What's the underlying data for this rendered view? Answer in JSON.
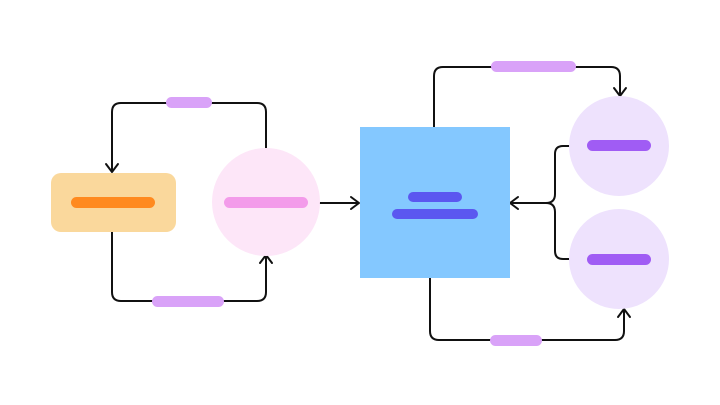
{
  "diagram": {
    "title": "",
    "nodes": [
      {
        "id": "orange-box",
        "shape": "rounded-rect",
        "fill": "#FAD89C",
        "text_placeholder_color": "#FF8A1F"
      },
      {
        "id": "pink-circle",
        "shape": "circle",
        "fill": "#FDE6F8",
        "text_placeholder_color": "#F39BEA"
      },
      {
        "id": "blue-square",
        "shape": "square",
        "fill": "#84C8FF",
        "text_placeholder_color": "#5B57F0"
      },
      {
        "id": "lavender-circle-top",
        "shape": "circle",
        "fill": "#EEE2FD",
        "text_placeholder_color": "#A05CF4"
      },
      {
        "id": "lavender-circle-bottom",
        "shape": "circle",
        "fill": "#EEE2FD",
        "text_placeholder_color": "#A05CF4"
      }
    ],
    "edge_label_color": "#D9A2F8",
    "edge_color": "#111111",
    "edges": [
      {
        "from": "pink-circle",
        "to": "orange-box",
        "label": ""
      },
      {
        "from": "orange-box",
        "to": "pink-circle",
        "label": ""
      },
      {
        "from": "pink-circle",
        "to": "blue-square",
        "label": ""
      },
      {
        "from": "blue-square",
        "to": "lavender-circle-top",
        "label": ""
      },
      {
        "from": "blue-square",
        "to": "lavender-circle-bottom",
        "label": ""
      },
      {
        "from": "lavender-circle-top",
        "to": "blue-square",
        "label": ""
      },
      {
        "from": "lavender-circle-bottom",
        "to": "blue-square",
        "label": ""
      }
    ]
  }
}
